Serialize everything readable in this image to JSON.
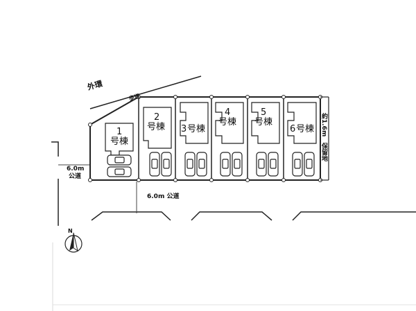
{
  "labels": {
    "outer_ring": "外環",
    "sidewalk": "歩道",
    "road_left_width": "6.0m",
    "road_left_type": "公道",
    "road_bottom": "6.0m 公道",
    "right_width": "約1.6m",
    "right_type": "保留地",
    "north": "N"
  },
  "houses": [
    {
      "num": "1",
      "suffix": "号棟"
    },
    {
      "num": "2",
      "suffix": "号棟"
    },
    {
      "num": "3",
      "suffix": "号棟"
    },
    {
      "num": "4",
      "suffix": "号棟"
    },
    {
      "num": "5",
      "suffix": "号棟"
    },
    {
      "num": "6",
      "suffix": "号棟"
    }
  ]
}
